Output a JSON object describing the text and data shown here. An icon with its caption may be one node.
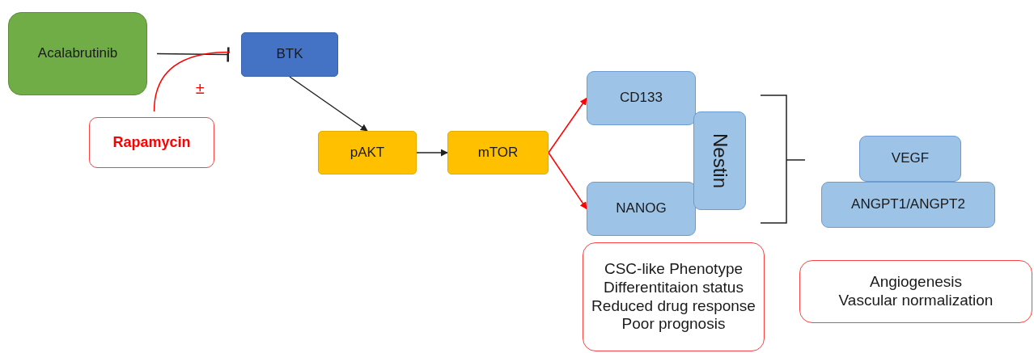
{
  "diagram": {
    "nodes": [
      {
        "text": [
          "Acalabrutinib"
        ]
      },
      {
        "text": [
          "BTK"
        ]
      },
      {
        "text": [
          "Rapamycin"
        ]
      },
      {
        "text": [
          "pAKT"
        ]
      },
      {
        "text": [
          "mTOR"
        ]
      },
      {
        "text": [
          "CD133"
        ]
      },
      {
        "text": [
          "NANOG"
        ]
      },
      {
        "text": [
          "Nestin"
        ]
      },
      {
        "text": [
          "VEGF"
        ]
      },
      {
        "text": [
          "ANGPT1/ANGPT2"
        ]
      },
      {
        "text": [
          "CSC-like Phenotype",
          "Differentitaion status",
          "Reduced drug response",
          "Poor prognosis"
        ]
      },
      {
        "text": [
          "Angiogenesis",
          "Vascular normalization"
        ]
      }
    ],
    "edges": [
      {
        "from": 0,
        "to": 1,
        "arrow": "other"
      },
      {
        "from": 2,
        "to": 1,
        "arrow": "none",
        "label": "±",
        "color": "#ff0000"
      },
      {
        "from": 1,
        "to": 3,
        "arrow": "to"
      },
      {
        "from": 3,
        "to": 4,
        "arrow": "to"
      },
      {
        "from": 4,
        "to": 5,
        "arrow": "to",
        "color": "#ff0000"
      },
      {
        "from": 4,
        "to": 6,
        "arrow": "to",
        "color": "#ff0000"
      }
    ]
  }
}
